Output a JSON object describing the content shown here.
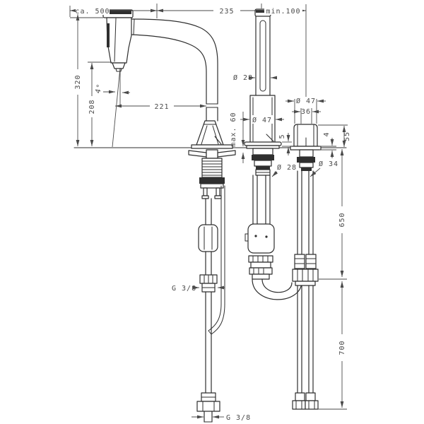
{
  "meta": {
    "type": "technical-dimensional-drawing",
    "subject": "two-hole kitchen mixer tap with pull-out spray and separate handle"
  },
  "colors": {
    "background": "#ffffff",
    "line": "#2e2e2e",
    "dim": "#4a4a4a",
    "dark_fill": "#2f2f2f"
  },
  "labels": {
    "pullout_length": "ca. 500",
    "spout_projection": "235",
    "wall_clearance": "min.100",
    "total_height": "320",
    "outlet_height": "208",
    "spray_angle": "4°",
    "spout_reach": "221",
    "wand_diameter": "Ø 28",
    "max_counter_thickness": "max. 60",
    "base_diameter": "Ø 47",
    "base_plate_height": "5",
    "wand_shank_diameter": "Ø 28",
    "handle_diameter": "Ø 47",
    "handle_grip_width": "36",
    "handle_plate_height": "4",
    "handle_height": "55",
    "handle_shank_diameter": "Ø 34",
    "hose_length_upper": "650",
    "hose_length_lower": "700",
    "thread_side": "G 3/8",
    "thread_bottom": "G 3/8"
  }
}
